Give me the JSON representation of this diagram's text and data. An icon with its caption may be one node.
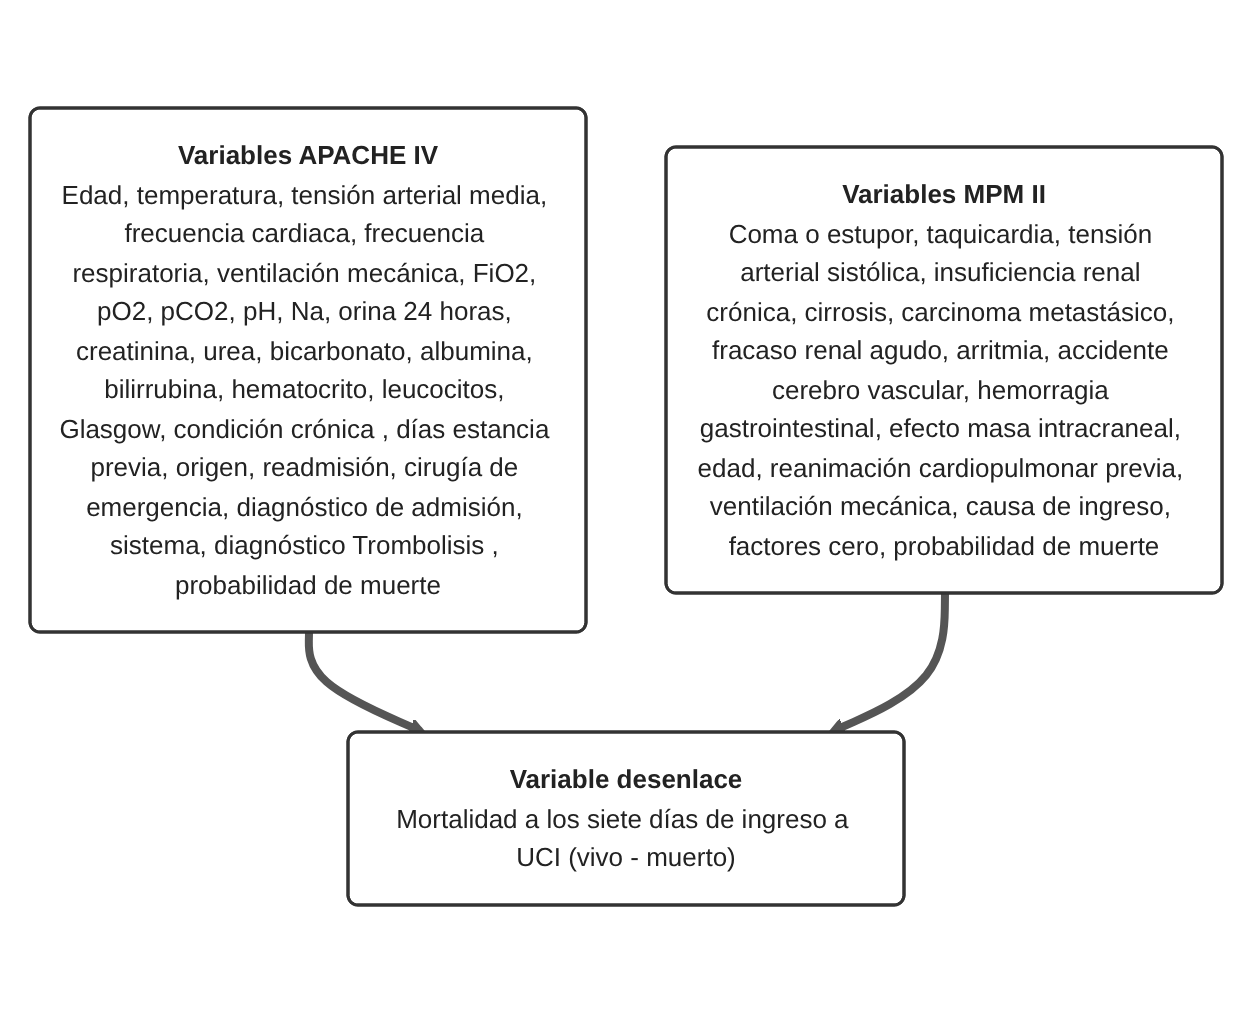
{
  "diagram": {
    "nodes": [
      {
        "text": [
          "Variables APACHE IV",
          "Edad, temperatura, tensión arterial media, frecuencia cardiaca, frecuencia respiratoria, ventilación mecánica, FiO2, pO2, pCO2, pH, Na, orina 24 horas, creatinina, urea, bicarbonato, albumina, bilirrubina, hematocrito, leucocitos, Glasgow, condición crónica , días estancia previa, origen, readmisión, cirugía de emergencia, diagnóstico de admisión, sistema, diagnóstico Trombolisis , probabilidad de muerte"
        ]
      },
      {
        "text": [
          "Variables MPM II",
          "Coma o estupor, taquicardia, tensión arterial sistólica, insuficiencia renal crónica, cirrosis, carcinoma metastásico, fracaso renal agudo, arritmia, accidente cerebro vascular, hemorragia gastrointestinal, efecto masa intracraneal, edad, reanimación cardiopulmonar previa, ventilación mecánica, causa de ingreso, factores cero, probabilidad de muerte"
        ]
      },
      {
        "text": [
          "Variable desenlace",
          "Mortalidad a los siete días de ingreso a UCI (vivo - muerto)"
        ]
      }
    ],
    "edges": [
      {
        "from": 0,
        "to": 2,
        "arrow": "to"
      },
      {
        "from": 1,
        "to": 2,
        "arrow": "to"
      }
    ]
  }
}
